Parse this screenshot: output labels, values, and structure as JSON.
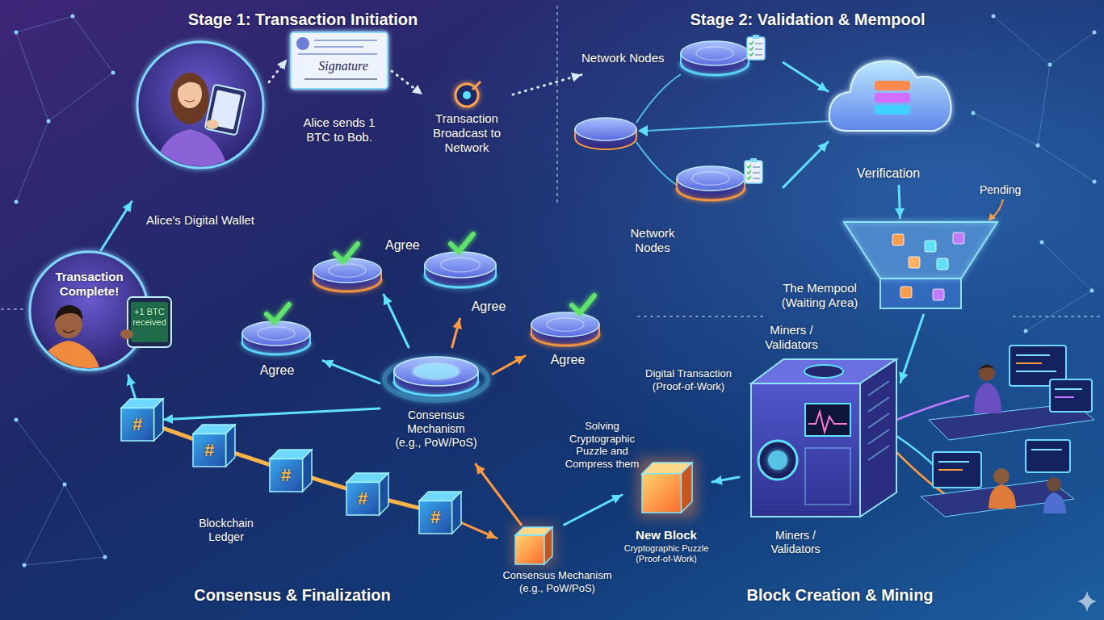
{
  "diagram": {
    "nodes": [
      {
        "text": [
          "Alice's Digital Wallet"
        ]
      },
      {
        "text": [
          "Signature",
          "Alice sends 1 BTC to Bob."
        ]
      },
      {
        "text": [
          "Transaction Broadcast to Network"
        ]
      },
      {
        "text": [
          "Network Nodes"
        ]
      },
      {
        "text": [
          "Network Nodes"
        ]
      },
      {
        "text": [
          "Verification"
        ]
      },
      {
        "text": [
          "The Mempool (Waiting Area)"
        ]
      },
      {
        "text": [
          "Transaction Complete!",
          "+1 BTC received"
        ]
      },
      {
        "text": [
          "Agree"
        ]
      },
      {
        "text": [
          "Agree"
        ]
      },
      {
        "text": [
          "Agree"
        ]
      },
      {
        "text": [
          "Agree"
        ]
      },
      {
        "text": [
          "Consensus Mechanism (e.g., PoW/PoS)"
        ]
      },
      {
        "text": [
          "Miners / Validators"
        ]
      },
      {
        "text": [
          "New Block",
          "Cryptographic Puzzle (Proof-of-Work)"
        ]
      },
      {
        "text": [
          "Consensus Mechanism (e.g., PoW/PoS)"
        ]
      },
      {
        "text": [
          "#"
        ]
      },
      {
        "text": [
          "#"
        ]
      },
      {
        "text": [
          "#"
        ]
      },
      {
        "text": [
          "#"
        ]
      },
      {
        "text": [
          "#"
        ]
      }
    ],
    "edges": [
      {
        "from": 0,
        "to": 1,
        "arrow": "to"
      },
      {
        "from": 1,
        "to": 2,
        "arrow": "to"
      },
      {
        "from": 2,
        "to": 3,
        "arrow": "to"
      },
      {
        "from": 3,
        "to": 5,
        "arrow": "to"
      },
      {
        "from": 4,
        "to": 5,
        "arrow": "to"
      },
      {
        "from": 5,
        "to": 6,
        "arrow": "to"
      },
      {
        "from": 6,
        "to": 13,
        "arrow": "to"
      },
      {
        "from": 13,
        "to": 14,
        "arrow": "to"
      },
      {
        "from": 15,
        "to": 14,
        "arrow": "to"
      },
      {
        "from": 20,
        "to": 15,
        "arrow": "to"
      },
      {
        "from": 15,
        "to": 12,
        "arrow": "to"
      },
      {
        "from": 12,
        "to": 8,
        "arrow": "to"
      },
      {
        "from": 12,
        "to": 9,
        "arrow": "to"
      },
      {
        "from": 12,
        "to": 10,
        "arrow": "to"
      },
      {
        "from": 12,
        "to": 11,
        "arrow": "to"
      },
      {
        "from": 12,
        "to": 16,
        "arrow": "to"
      },
      {
        "from": 16,
        "to": 17,
        "arrow": "none"
      },
      {
        "from": 17,
        "to": 18,
        "arrow": "none"
      },
      {
        "from": 18,
        "to": 19,
        "arrow": "none"
      },
      {
        "from": 19,
        "to": 20,
        "arrow": "none"
      },
      {
        "from": 16,
        "to": 7,
        "arrow": "to"
      },
      {
        "from": 7,
        "to": 0,
        "arrow": "to"
      }
    ],
    "labels": [
      "Stage 1: Transaction Initiation",
      "Stage 2: Validation & Mempool",
      "Pending",
      "Digital Transaction (Proof-of-Work)",
      "Solving Cryptographic Puzzle and Compress them",
      "Miners / Validators",
      "Blockchain Ledger",
      "Consensus & Finalization",
      "Block Creation & Mining"
    ]
  }
}
